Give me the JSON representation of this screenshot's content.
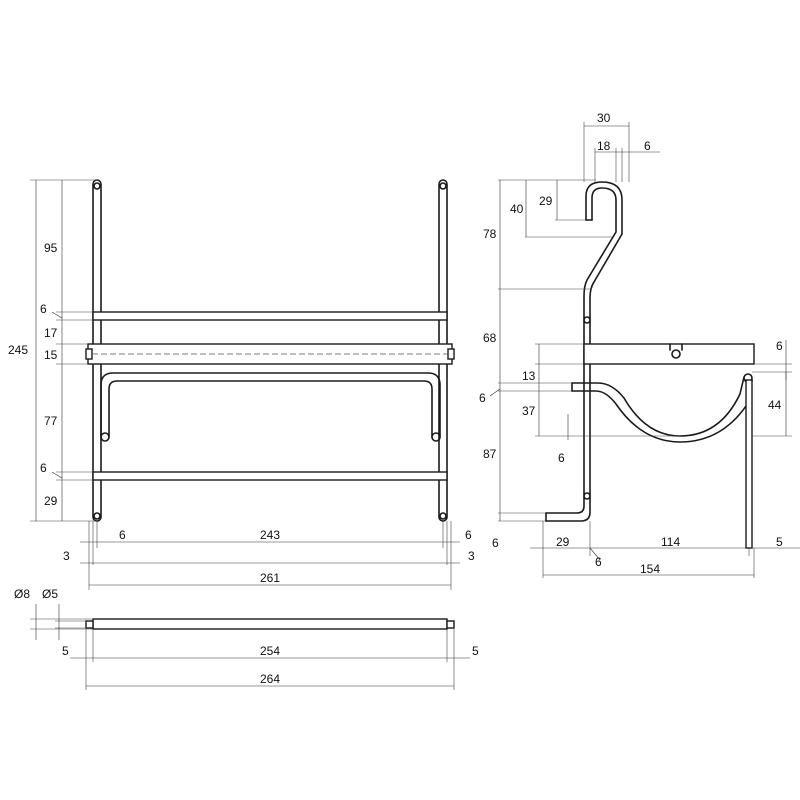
{
  "dimensions": {
    "front": {
      "height_total": "245",
      "top_section": "95",
      "bar_upper": "6",
      "gap_upper": "17",
      "rod": "15",
      "mid_section": "77",
      "bar_lower": "6",
      "bottom_section": "29",
      "leg_left": "6",
      "inner_width": "243",
      "leg_right": "6",
      "offset_left": "3",
      "offset_right": "3",
      "overall_width": "261"
    },
    "side": {
      "hook_width": "30",
      "hook_inner": "18",
      "hook_wire": "6",
      "hook_drop": "29",
      "hook_height": "40",
      "upper_height": "78",
      "shelf_height": "68",
      "shelf_thick": "6",
      "cradle_top": "13",
      "wire_left": "6",
      "cradle_depth": "37",
      "cradle_height": "44",
      "wire_mid": "6",
      "lower_height": "87",
      "foot_thick": "6",
      "foot_length": "29",
      "frame_wire": "6",
      "cradle_width": "114",
      "tip_right": "5",
      "overall_depth": "154"
    },
    "rod": {
      "diameter_outer": "Ø8",
      "diameter_pin": "Ø5",
      "pin_left": "5",
      "rod_length": "254",
      "pin_right": "5",
      "overall_length": "264"
    }
  }
}
